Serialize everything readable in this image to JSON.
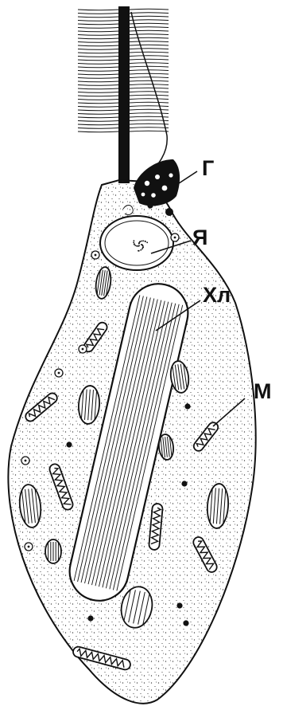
{
  "labels": {
    "golgi": "Г",
    "nucleus": "Я",
    "chloroplast": "Хл",
    "mitochondria": "М"
  },
  "colors": {
    "ink": "#111111",
    "background": "#ffffff"
  }
}
